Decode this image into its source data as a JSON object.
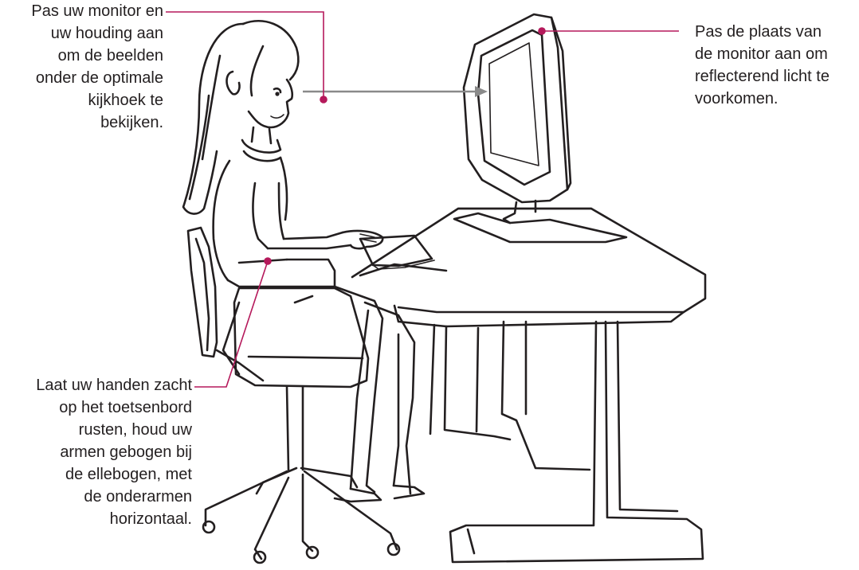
{
  "colors": {
    "leader": "#b5195b",
    "arrow": "#8a8a8a",
    "ink": "#231f20",
    "text": "#231f20"
  },
  "callouts": {
    "top_left": {
      "lines": [
        "Pas uw monitor en",
        "uw houding aan",
        "om de beelden",
        "onder de optimale",
        "kijkhoek te",
        "bekijken."
      ]
    },
    "top_right": {
      "lines": [
        "Pas de plaats van",
        "de monitor aan om",
        "reflecterend licht te",
        "voorkomen."
      ]
    },
    "bottom_left": {
      "lines": [
        "Laat uw handen zacht",
        "op het toetsenbord",
        "rusten, houd uw",
        "armen gebogen bij",
        "de ellebogen, met",
        "de onderarmen",
        "horizontaal."
      ]
    }
  },
  "illustration": {
    "subjects": [
      "woman-seated",
      "office-chair",
      "desk",
      "monitor",
      "keyboard"
    ],
    "icon": "ergonomics-illustration"
  }
}
